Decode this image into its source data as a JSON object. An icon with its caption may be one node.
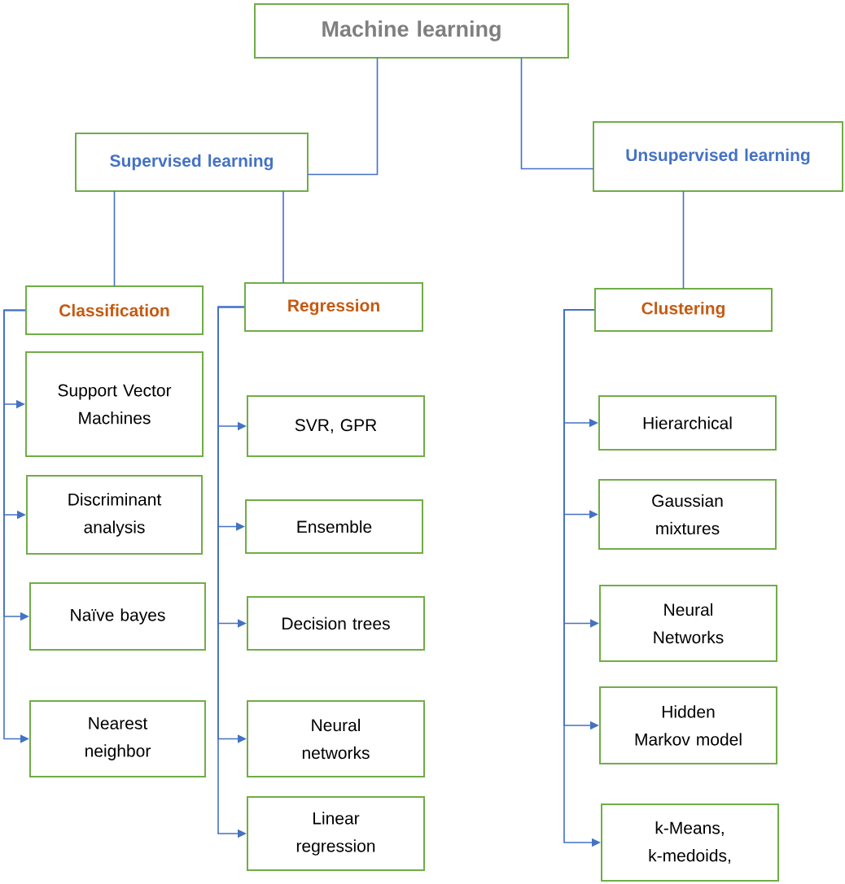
{
  "diagram": {
    "nodes": [
      {
        "text": [
          "Machine learning"
        ]
      },
      {
        "text": [
          "Supervised learning"
        ]
      },
      {
        "text": [
          "Unsupervised learning"
        ]
      },
      {
        "text": [
          "Classification"
        ]
      },
      {
        "text": [
          "Regression"
        ]
      },
      {
        "text": [
          "Clustering"
        ]
      },
      {
        "text": [
          "Support Vector Machines"
        ]
      },
      {
        "text": [
          "Discriminant analysis"
        ]
      },
      {
        "text": [
          "Naïve bayes"
        ]
      },
      {
        "text": [
          "Nearest neighbor"
        ]
      },
      {
        "text": [
          "SVR, GPR"
        ]
      },
      {
        "text": [
          "Ensemble"
        ]
      },
      {
        "text": [
          "Decision trees"
        ]
      },
      {
        "text": [
          "Neural networks"
        ]
      },
      {
        "text": [
          "Linear regression"
        ]
      },
      {
        "text": [
          "Hierarchical"
        ]
      },
      {
        "text": [
          "Gaussian mixtures"
        ]
      },
      {
        "text": [
          "Neural Networks"
        ]
      },
      {
        "text": [
          "Hidden Markov model"
        ]
      },
      {
        "text": [
          "k-Means, k-medoids,"
        ]
      }
    ],
    "edges": [
      {
        "from": 0,
        "to": 1,
        "arrow": "none"
      },
      {
        "from": 0,
        "to": 2,
        "arrow": "none"
      },
      {
        "from": 1,
        "to": 3,
        "arrow": "none"
      },
      {
        "from": 1,
        "to": 4,
        "arrow": "none"
      },
      {
        "from": 2,
        "to": 5,
        "arrow": "none"
      },
      {
        "from": 3,
        "to": 6,
        "arrow": "to"
      },
      {
        "from": 3,
        "to": 7,
        "arrow": "to"
      },
      {
        "from": 3,
        "to": 8,
        "arrow": "to"
      },
      {
        "from": 3,
        "to": 9,
        "arrow": "to"
      },
      {
        "from": 4,
        "to": 10,
        "arrow": "to"
      },
      {
        "from": 4,
        "to": 11,
        "arrow": "to"
      },
      {
        "from": 4,
        "to": 12,
        "arrow": "to"
      },
      {
        "from": 4,
        "to": 13,
        "arrow": "to"
      },
      {
        "from": 4,
        "to": 14,
        "arrow": "to"
      },
      {
        "from": 5,
        "to": 15,
        "arrow": "to"
      },
      {
        "from": 5,
        "to": 16,
        "arrow": "to"
      },
      {
        "from": 5,
        "to": 17,
        "arrow": "to"
      },
      {
        "from": 5,
        "to": 18,
        "arrow": "to"
      },
      {
        "from": 5,
        "to": 19,
        "arrow": "to"
      }
    ]
  }
}
